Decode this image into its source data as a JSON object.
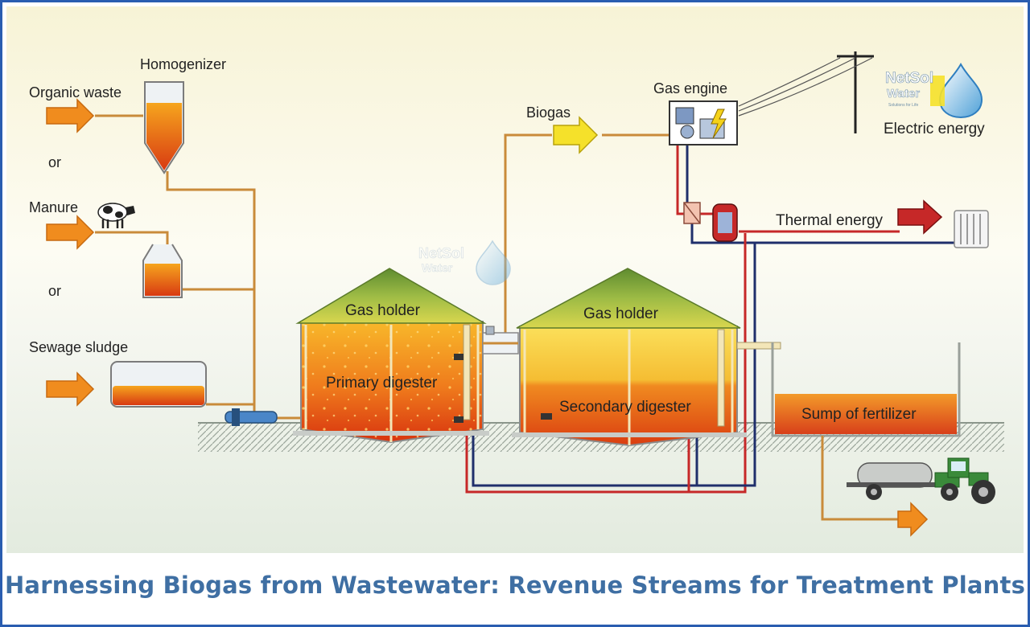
{
  "diagram": {
    "labels": {
      "homogenizer": "Homogenizer",
      "organic_waste": "Organic waste",
      "or_1": "or",
      "manure": "Manure",
      "or_2": "or",
      "sewage_sludge": "Sewage sludge",
      "biogas": "Biogas",
      "gas_engine": "Gas engine",
      "electric_energy": "Electric energy",
      "thermal_energy": "Thermal energy",
      "gas_holder_1": "Gas holder",
      "gas_holder_2": "Gas holder",
      "primary_digester": "Primary digester",
      "secondary_digester": "Secondary digester",
      "sump_of_fertilizer": "Sump of fertilizer"
    },
    "watermark": {
      "line1": "NetSol",
      "line2": "Water",
      "tagline": "Solutions for Life"
    }
  },
  "caption": {
    "text": "Harnessing Biogas from Wastewater: Revenue Streams for Treatment Plants"
  },
  "colors": {
    "frame": "#2a5db0",
    "caption": "#3f6fa3",
    "pipe_feed": "#c98b3a",
    "pipe_hot": "#c62828",
    "pipe_cold": "#1f2f6b",
    "roof": "#6f9b3b",
    "arrow_orange": "#f08c1e",
    "arrow_yellow": "#f5e12a"
  }
}
